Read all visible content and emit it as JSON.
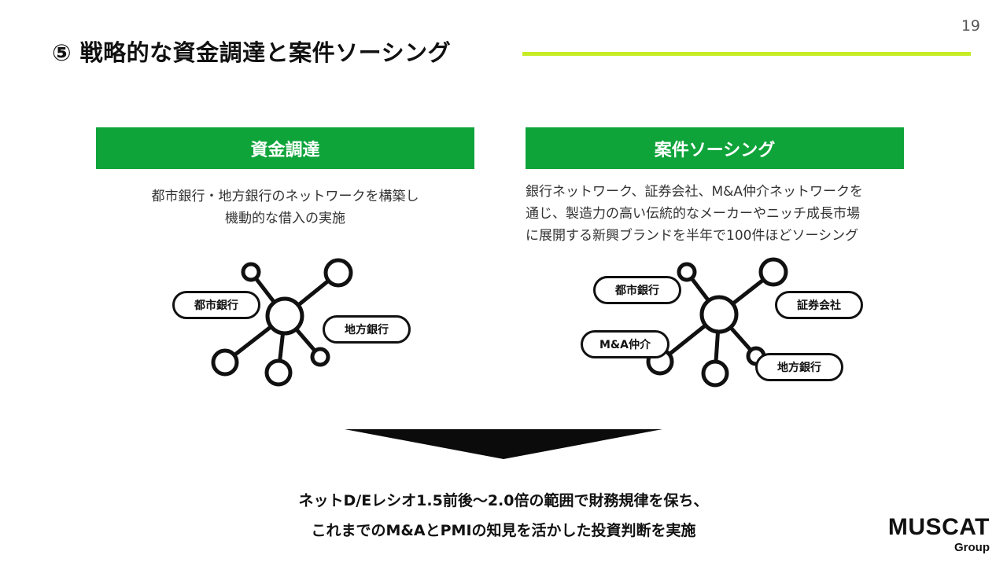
{
  "page_number": "19",
  "title": "⑤ 戦略的な資金調達と案件ソーシング",
  "colors": {
    "accent_green": "#0fa43a",
    "accent_lime": "#c6ec25"
  },
  "left_panel": {
    "header": "資金調達",
    "description": [
      "都市銀行・地方銀行のネットワークを構築し",
      "機動的な借入の実施"
    ],
    "nodes": [
      "都市銀行",
      "地方銀行"
    ]
  },
  "right_panel": {
    "header": "案件ソーシング",
    "description": [
      "銀行ネットワーク、証券会社、M&A仲介ネットワークを",
      "通じ、製造力の高い伝統的なメーカーやニッチ成長市場",
      "に展開する新興ブランドを半年で100件ほどソーシング"
    ],
    "nodes": [
      "都市銀行",
      "証券会社",
      "M&A仲介",
      "地方銀行"
    ]
  },
  "conclusion": [
    "ネットD/Eレシオ1.5前後～2.0倍の範囲で財務規律を保ち、",
    "これまでのM&AとPMIの知見を活かした投資判断を実施"
  ],
  "logo": {
    "main": "MUSCAT",
    "sub": "Group"
  }
}
